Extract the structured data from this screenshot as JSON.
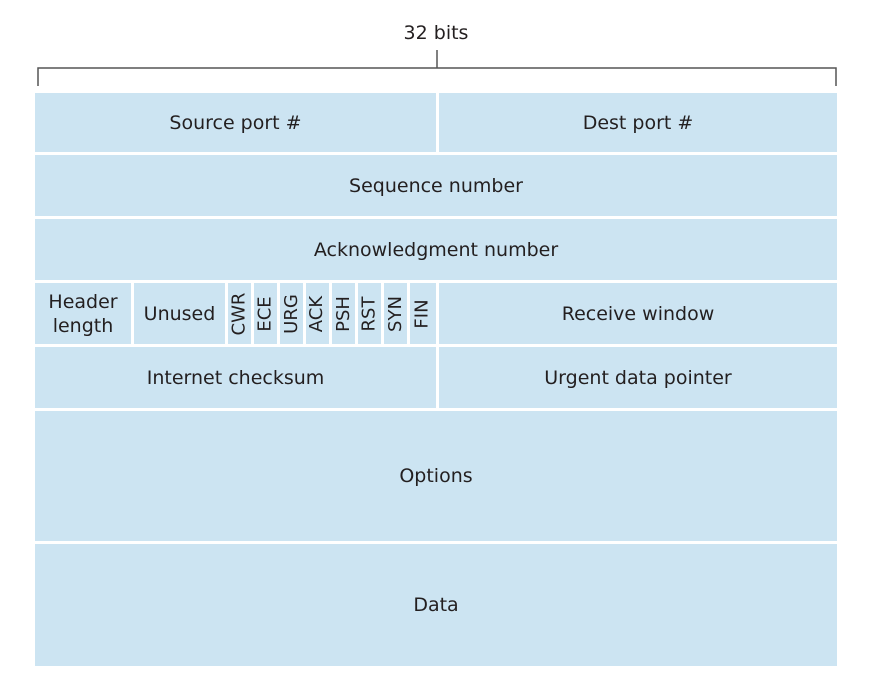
{
  "header": {
    "width_label": "32 bits"
  },
  "fields": {
    "source_port": "Source port #",
    "dest_port": "Dest port #",
    "sequence_number": "Sequence number",
    "ack_number": "Acknowledgment number",
    "header_length_line1": "Header",
    "header_length_line2": "length",
    "unused": "Unused",
    "receive_window": "Receive window",
    "internet_checksum": "Internet checksum",
    "urgent_pointer": "Urgent data pointer",
    "options": "Options",
    "data": "Data"
  },
  "flags": [
    "CWR",
    "ECE",
    "URG",
    "ACK",
    "PSH",
    "RST",
    "SYN",
    "FIN"
  ],
  "colors": {
    "field_fill": "#cce4f2",
    "text": "#231f20",
    "bracket": "#555555"
  }
}
